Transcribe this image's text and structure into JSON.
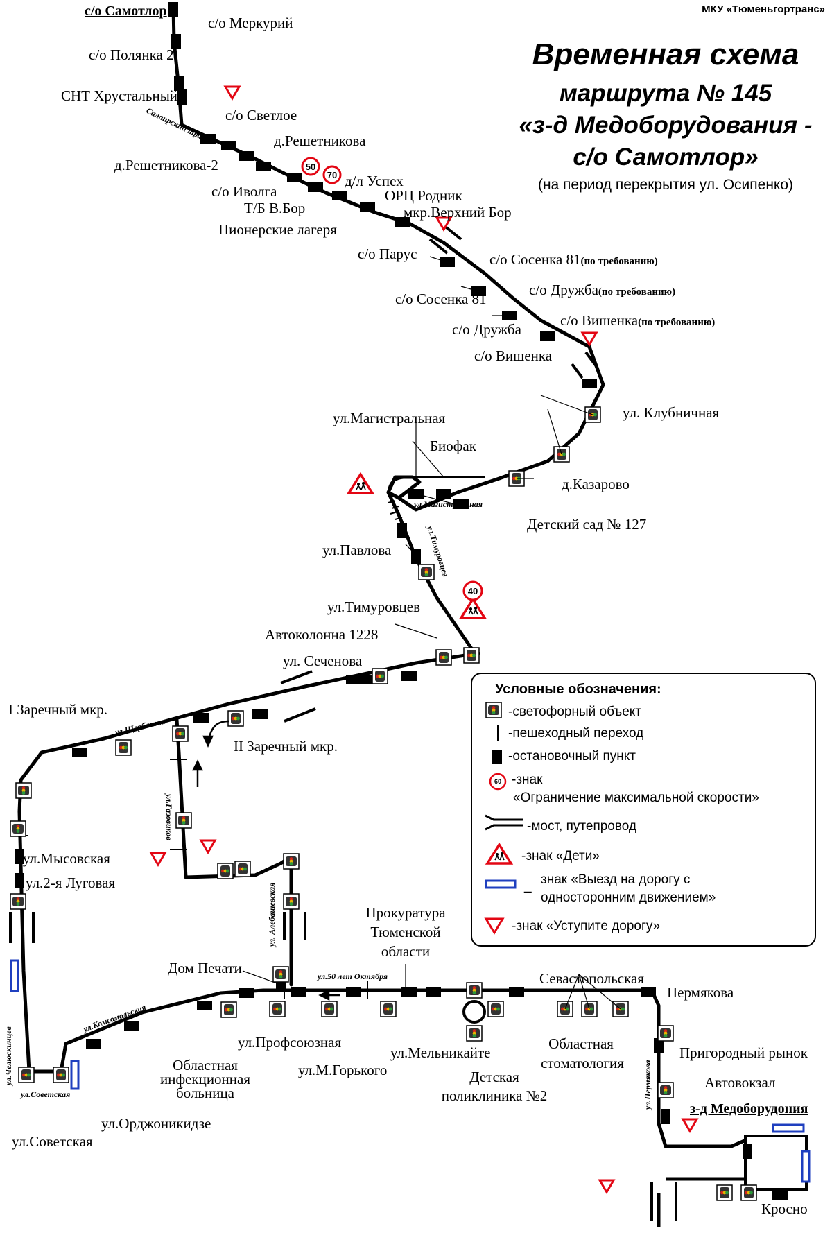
{
  "header": {
    "organization": "МКУ «Тюменьгортранс»",
    "title_line1": "Временная схема",
    "title_line2": "маршрута № 145",
    "title_line3": "«з-д Медоборудования -",
    "title_line4": "с/о Самотлор»",
    "subtitle": "(на период перекрытия ул. Осипенко)"
  },
  "terminals": {
    "north": "с/о Самотлор",
    "south": "з-д Медоборудония"
  },
  "stops": {
    "merkuriy": "с/о Меркурий",
    "polyanka2": "с/о Полянка 2",
    "snt_khrustalny": "СНТ Хрустальный",
    "svetloe": "с/о Светлое",
    "d_reshetnikova": "д.Решетникова",
    "d_reshetnikova2": "д.Решетникова-2",
    "dl_uspekh": "д/л Успех",
    "ivolga": "с/о Иволга",
    "tb_vbor": "Т/Б В.Бор",
    "ortc_rodnik": "ОРЦ Родник",
    "mkr_verkhniy_bor": "мкр.Верхний Бор",
    "pionerskie_lagerya": "Пионерские лагеря",
    "parus": "с/о Парус",
    "sosenka81_req": "с/о Сосенка 81",
    "druzhba_req": "с/о Дружба",
    "vishenka_req": "с/о Вишенка",
    "on_request": "(по требованию)",
    "sosenka81": "с/о Сосенка 81",
    "druzhba": "с/о Дружба",
    "vishenka": "с/о Вишенка",
    "klubnichnaya": "ул. Клубничная",
    "magistralnaya": "ул.Магистральная",
    "biofak": "Биофак",
    "kazarovo": "д.Казарово",
    "detsad127": "Детский сад № 127",
    "pavlova": "ул.Павлова",
    "timurovtsev": "ул.Тимуровцев",
    "avtokolonna": "Автоколонна 1228",
    "sechenova": "ул. Сеченова",
    "zarechny1": "I Заречный мкр.",
    "zarechny2": "II Заречный мкр.",
    "mysovskaya": "ул.Мысовская",
    "lugovaya2": "ул.2-я Луговая",
    "dom_pechati": "Дом Печати",
    "prokuratura": [
      "Прокуратура",
      "Тюменской",
      "области"
    ],
    "sevastopolskaya": "Севастопольская",
    "permyakova": "Пермякова",
    "prigorodny_rynok": "Пригородный рынок",
    "avtovokzal": "Автовокзал",
    "krosno": "Кросно",
    "profsoyuznaya": "ул.Профсоюзная",
    "m_gorkogo": "ул.М.Горького",
    "melnikayte": "ул.Мельникайте",
    "detskaya_poliklinika": [
      "Детская",
      "поликлиника №2"
    ],
    "obl_stomatologiya": [
      "Областная",
      "стоматология"
    ],
    "obl_infek_bolnitsa": [
      "Областная",
      "инфекционная",
      "больница"
    ],
    "ordzhonikidze": "ул.Орджоникидзе",
    "sovetskaya": "ул.Советская"
  },
  "streets": {
    "salairsky_trakt": "Салаирский тракт",
    "magistralnaya": "ул.Магистральная",
    "timurovtsev": "ул.Тимуровцев",
    "shcherbakova": "ул.Щербакова",
    "gazovikov": "ул.Газовиков",
    "alebashevskaya": "ул. Алебашевская",
    "let50_oktyabrya": "ул.50 лет Октября",
    "komsomolskaya": "ул.Комсомольская",
    "chelyuskintsev": "ул.Челюскинцев",
    "sovetskaya": "ул.Советская",
    "permyakova": "ул.Пермякова"
  },
  "speed_limits": [
    "50",
    "70",
    "40"
  ],
  "legend": {
    "title": "Условные обозначения:",
    "traffic_light": "-светофорный объект",
    "crosswalk": "-пешеходный переход",
    "stop": "-остановочный пункт",
    "speed_sign_label": "-знак",
    "speed_sign_desc": "«Ограничение максимальной скорости»",
    "speed_sign_value": "60",
    "bridge": "-мост, путепровод",
    "children": "-знак «Дети»",
    "oneway_line1": "знак «Выезд на дорогу с",
    "oneway_line2": "односторонним движением»",
    "oneway_dash": "_",
    "yield": "-знак «Уступите дорогу»"
  },
  "colors": {
    "route": "#000000",
    "yield_sign": "#e30613",
    "speed_ring": "#e30613",
    "oneway_sign": "#1f3fbf"
  }
}
